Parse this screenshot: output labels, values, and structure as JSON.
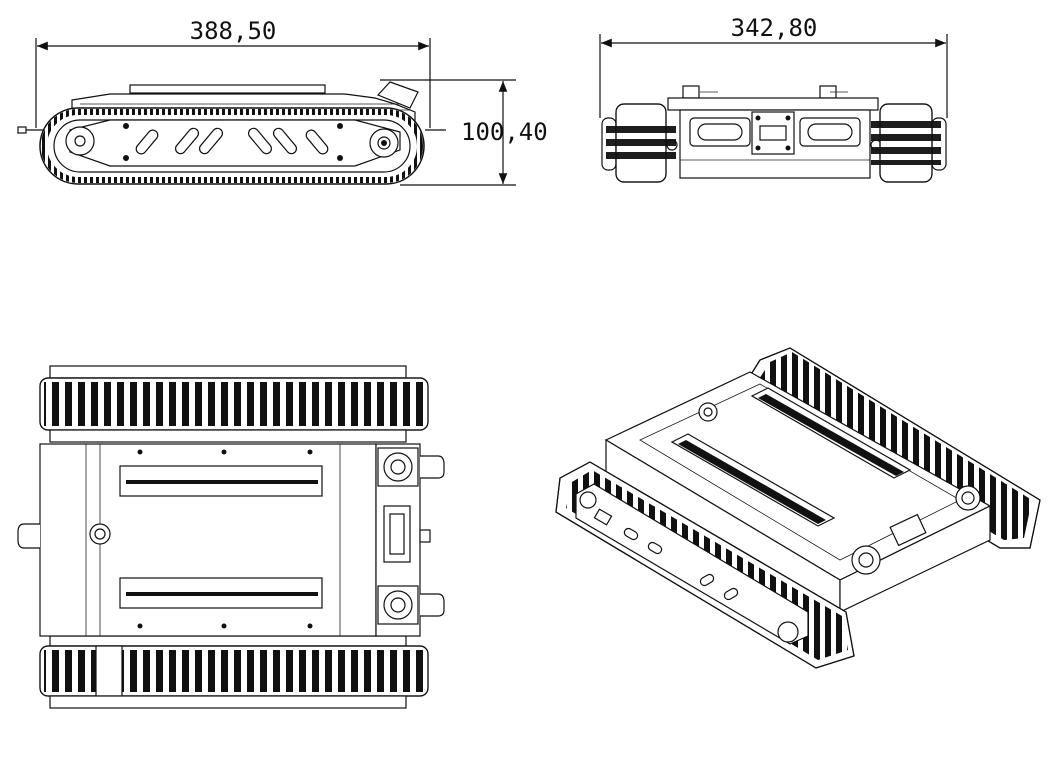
{
  "drawing": {
    "dimensions": {
      "length": "388,50",
      "height": "100,40",
      "width": "342,80"
    },
    "line_color": "#111111",
    "background": "#ffffff"
  }
}
